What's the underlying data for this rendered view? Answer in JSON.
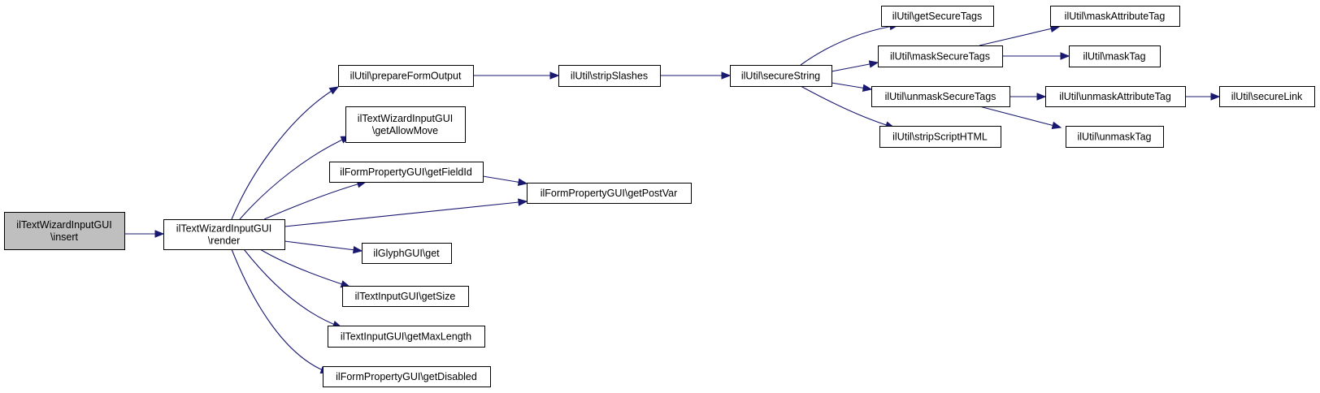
{
  "colors": {
    "node_fill": "#ffffff",
    "root_fill": "#bfbfbf",
    "node_border": "#000000",
    "edge": "#191970"
  },
  "nodes": [
    {
      "id": "insert",
      "lines": [
        "ilTextWizardInputGUI",
        "\\insert"
      ],
      "root": true
    },
    {
      "id": "render",
      "lines": [
        "ilTextWizardInputGUI",
        "\\render"
      ]
    },
    {
      "id": "prepareFormOutput",
      "lines": [
        "ilUtil\\prepareFormOutput"
      ]
    },
    {
      "id": "getAllowMove",
      "lines": [
        "ilTextWizardInputGUI",
        "\\getAllowMove"
      ]
    },
    {
      "id": "getFieldId",
      "lines": [
        "ilFormPropertyGUI\\getFieldId"
      ]
    },
    {
      "id": "getPostVar",
      "lines": [
        "ilFormPropertyGUI\\getPostVar"
      ]
    },
    {
      "id": "glyphGet",
      "lines": [
        "ilGlyphGUI\\get"
      ]
    },
    {
      "id": "getSize",
      "lines": [
        "ilTextInputGUI\\getSize"
      ]
    },
    {
      "id": "getMaxLength",
      "lines": [
        "ilTextInputGUI\\getMaxLength"
      ]
    },
    {
      "id": "getDisabled",
      "lines": [
        "ilFormPropertyGUI\\getDisabled"
      ]
    },
    {
      "id": "stripSlashes",
      "lines": [
        "ilUtil\\stripSlashes"
      ]
    },
    {
      "id": "secureString",
      "lines": [
        "ilUtil\\secureString"
      ]
    },
    {
      "id": "getSecureTags",
      "lines": [
        "ilUtil\\getSecureTags"
      ]
    },
    {
      "id": "maskSecureTags",
      "lines": [
        "ilUtil\\maskSecureTags"
      ]
    },
    {
      "id": "unmaskSecureTags",
      "lines": [
        "ilUtil\\unmaskSecureTags"
      ]
    },
    {
      "id": "stripScriptHTML",
      "lines": [
        "ilUtil\\stripScriptHTML"
      ]
    },
    {
      "id": "maskAttributeTag",
      "lines": [
        "ilUtil\\maskAttributeTag"
      ]
    },
    {
      "id": "maskTag",
      "lines": [
        "ilUtil\\maskTag"
      ]
    },
    {
      "id": "unmaskAttributeTag",
      "lines": [
        "ilUtil\\unmaskAttributeTag"
      ]
    },
    {
      "id": "unmaskTag",
      "lines": [
        "ilUtil\\unmaskTag"
      ]
    },
    {
      "id": "secureLink",
      "lines": [
        "ilUtil\\secureLink"
      ]
    }
  ],
  "edges": [
    {
      "from": "insert",
      "to": "render"
    },
    {
      "from": "render",
      "to": "prepareFormOutput"
    },
    {
      "from": "render",
      "to": "getAllowMove"
    },
    {
      "from": "render",
      "to": "getFieldId"
    },
    {
      "from": "render",
      "to": "getPostVar"
    },
    {
      "from": "render",
      "to": "glyphGet"
    },
    {
      "from": "render",
      "to": "getSize"
    },
    {
      "from": "render",
      "to": "getMaxLength"
    },
    {
      "from": "render",
      "to": "getDisabled"
    },
    {
      "from": "getFieldId",
      "to": "getPostVar"
    },
    {
      "from": "prepareFormOutput",
      "to": "stripSlashes"
    },
    {
      "from": "stripSlashes",
      "to": "secureString"
    },
    {
      "from": "secureString",
      "to": "getSecureTags"
    },
    {
      "from": "secureString",
      "to": "maskSecureTags"
    },
    {
      "from": "secureString",
      "to": "unmaskSecureTags"
    },
    {
      "from": "secureString",
      "to": "stripScriptHTML"
    },
    {
      "from": "maskSecureTags",
      "to": "maskAttributeTag"
    },
    {
      "from": "maskSecureTags",
      "to": "maskTag"
    },
    {
      "from": "unmaskSecureTags",
      "to": "unmaskAttributeTag"
    },
    {
      "from": "unmaskSecureTags",
      "to": "unmaskTag"
    },
    {
      "from": "unmaskAttributeTag",
      "to": "secureLink"
    }
  ]
}
